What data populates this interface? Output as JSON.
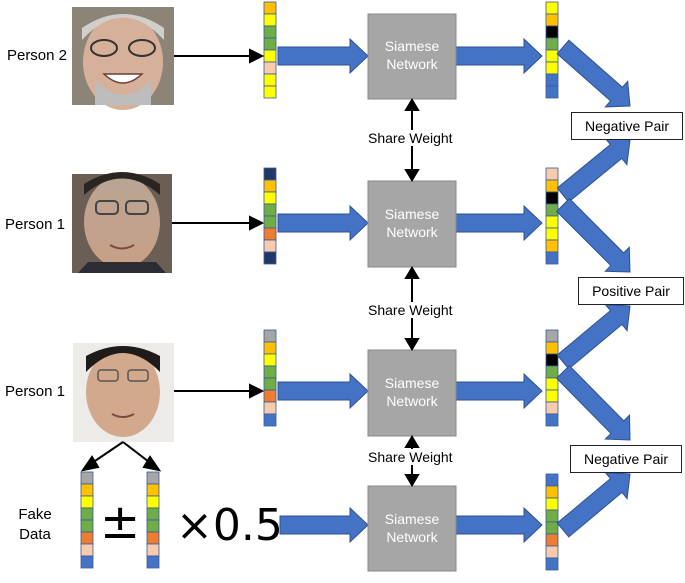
{
  "colors": {
    "arrow_blue": "#4472c4",
    "network_gray": "#a6a6a6",
    "cell": {
      "gray": "#a6a6a6",
      "yellow": "#ffff00",
      "green": "#70ad47",
      "peach": "#f8cbad",
      "black": "#000000",
      "orange": "#ed7d31",
      "blue": "#4472c4",
      "amber": "#ffc000",
      "navy": "#1f3864"
    }
  },
  "rows": [
    {
      "person_label": "Person 2",
      "photo_icon": "face-photo-smiling-grey-hair-man",
      "input_cells": [
        "amber",
        "yellow",
        "green",
        "green",
        "yellow",
        "peach",
        "yellow",
        "yellow"
      ],
      "network_label": "Siamese Network",
      "output_cells": [
        "yellow",
        "amber",
        "black",
        "green",
        "yellow",
        "yellow",
        "blue",
        "blue"
      ]
    },
    {
      "person_label": "Person 1",
      "photo_icon": "face-photo-glasses-man",
      "input_cells": [
        "navy",
        "amber",
        "yellow",
        "green",
        "green",
        "orange",
        "peach",
        "navy"
      ],
      "network_label": "Siamese Network",
      "output_cells": [
        "peach",
        "amber",
        "black",
        "green",
        "yellow",
        "yellow",
        "amber",
        "blue"
      ]
    },
    {
      "person_label": "Person 1",
      "photo_icon": "face-photo-glasses-man-2",
      "input_cells": [
        "gray",
        "amber",
        "yellow",
        "green",
        "green",
        "orange",
        "peach",
        "blue"
      ],
      "network_label": "Siamese Network",
      "output_cells": [
        "gray",
        "amber",
        "black",
        "green",
        "yellow",
        "yellow",
        "peach",
        "blue"
      ]
    }
  ],
  "fake_row": {
    "label": "Fake Data",
    "plus_minus": "±",
    "scale": "×0.5",
    "left_cells": [
      "gray",
      "amber",
      "yellow",
      "green",
      "green",
      "orange",
      "peach",
      "blue"
    ],
    "right_cells": [
      "gray",
      "amber",
      "yellow",
      "green",
      "green",
      "orange",
      "peach",
      "blue"
    ],
    "network_label": "Siamese Network",
    "output_cells": [
      "blue",
      "amber",
      "yellow",
      "green",
      "green",
      "orange",
      "peach",
      "blue"
    ]
  },
  "share_weight_label": "Share Weight",
  "pairs": [
    "Negative Pair",
    "Positive Pair",
    "Negative Pair"
  ]
}
